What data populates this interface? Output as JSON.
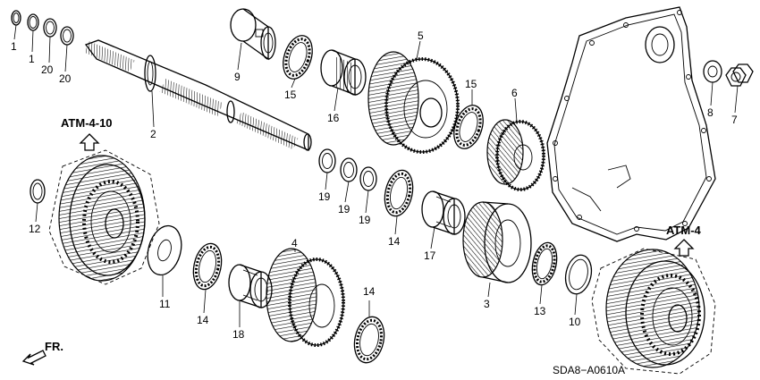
{
  "diagram": {
    "callouts": [
      "1",
      "1",
      "20",
      "20",
      "2",
      "9",
      "15",
      "16",
      "5",
      "15",
      "6",
      "8",
      "7",
      "19",
      "19",
      "19",
      "14",
      "17",
      "12",
      "11",
      "14",
      "18",
      "4",
      "14",
      "3",
      "13",
      "10"
    ],
    "references": [
      "ATM-4-10",
      "ATM-4"
    ],
    "direction_label": "FR.",
    "diagram_code": "SDA8−A0610A"
  }
}
